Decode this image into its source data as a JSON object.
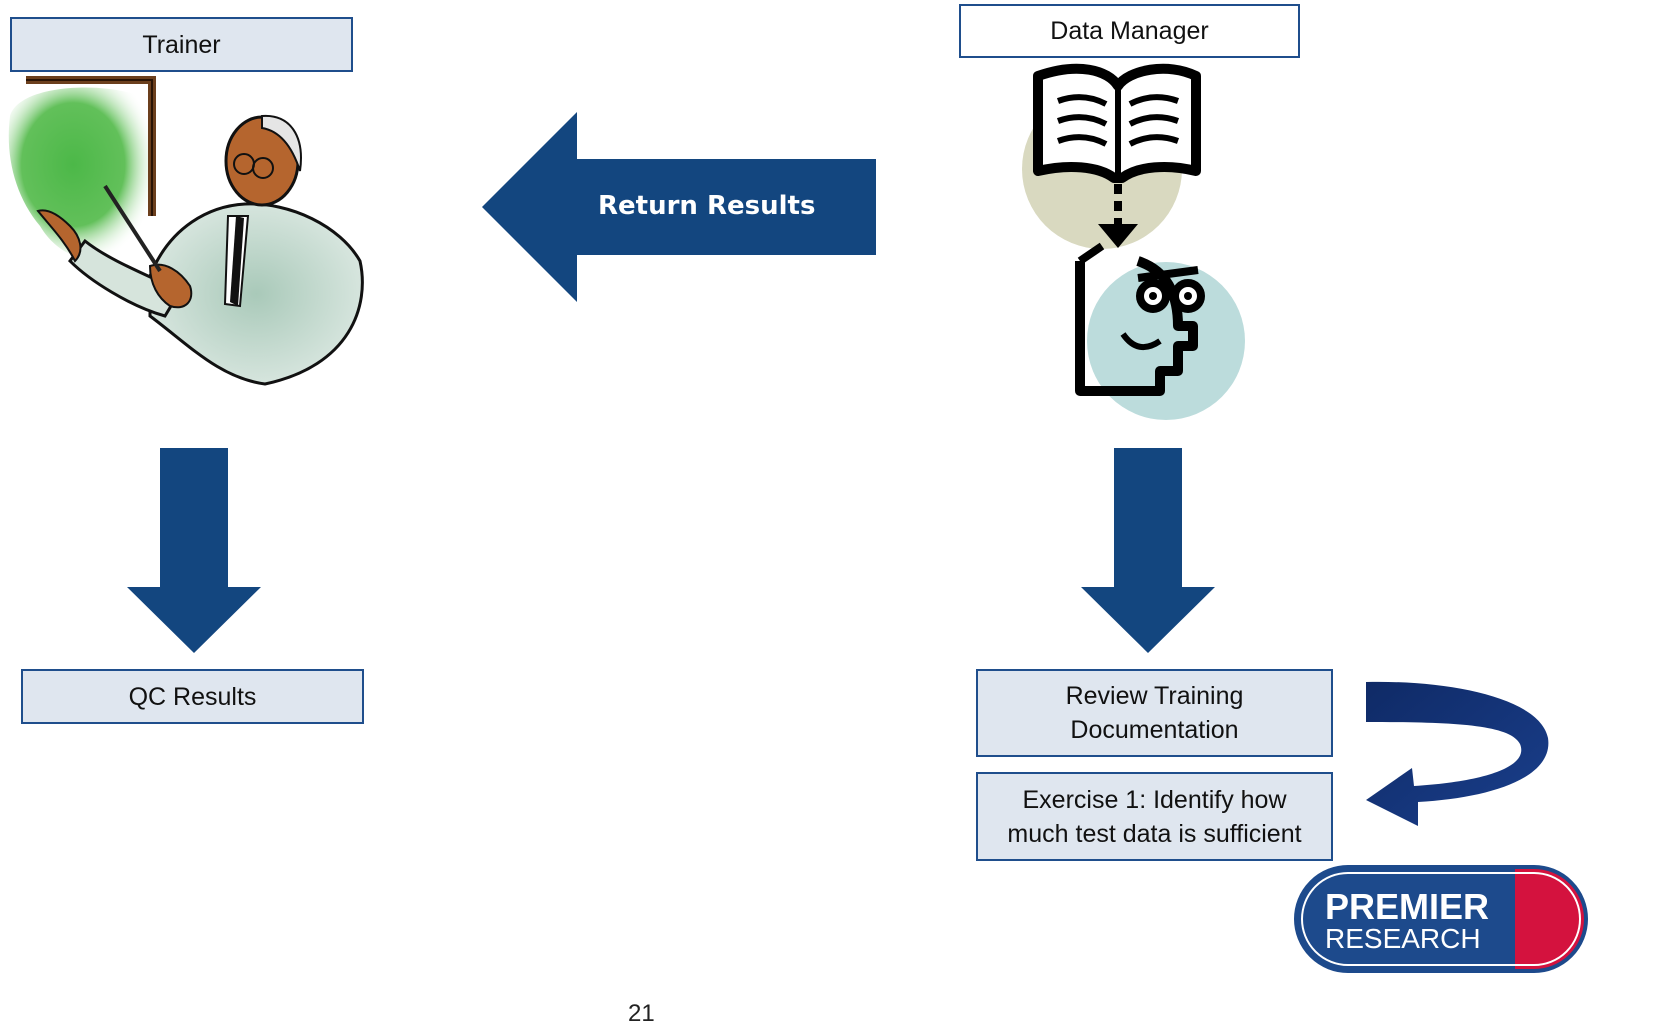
{
  "roles": {
    "trainer": "Trainer",
    "data_manager": "Data Manager"
  },
  "arrows": {
    "return_results": "Return Results"
  },
  "steps": {
    "qc_results": "QC Results",
    "review_training_line1": "Review Training",
    "review_training_line2": "Documentation",
    "exercise_line1": "Exercise 1: Identify how",
    "exercise_line2": "much test data is sufficient"
  },
  "logo": {
    "line1": "PREMIER",
    "line2": "RESEARCH"
  },
  "page_number": "21",
  "icons": {
    "trainer_illustration": "presenter-pointing-at-board-icon",
    "data_manager_illustration": "book-to-person-learning-icon"
  },
  "colors": {
    "arrow": "#13467f",
    "box_fill": "#dfe6ef",
    "box_border": "#1f4e8c",
    "logo_blue": "#1d4a8c",
    "logo_red": "#d4123e"
  }
}
